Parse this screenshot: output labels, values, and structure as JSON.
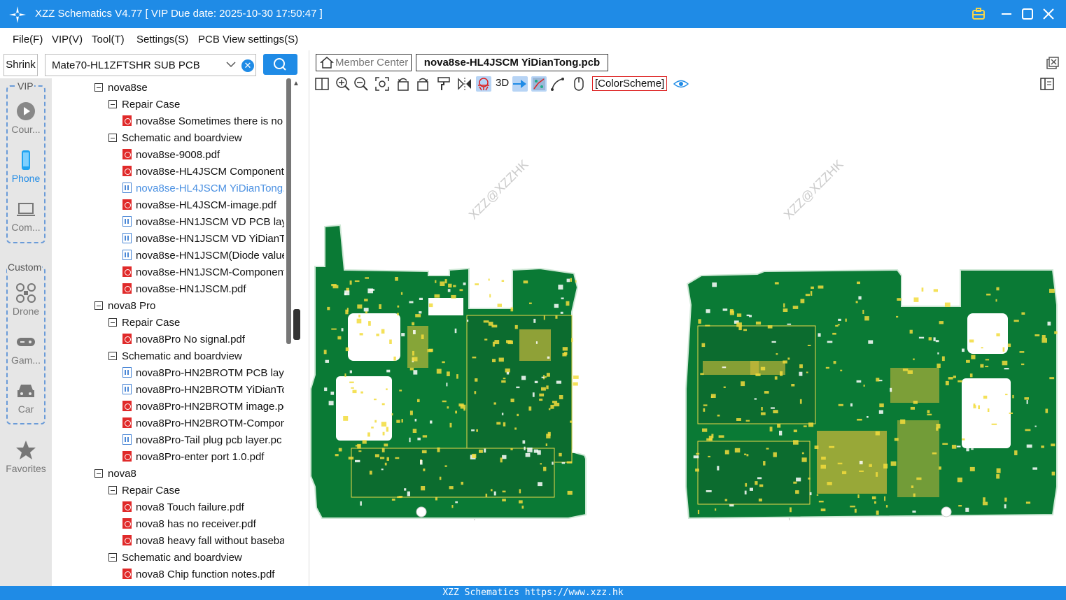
{
  "app": {
    "title": "XZZ Schematics V4.77 [ VIP Due date: 2025-10-30 17:50:47 ]"
  },
  "menu": [
    "File(F)",
    "VIP(V)",
    "Tool(T)",
    "Settings(S)",
    "PCB View settings(S)"
  ],
  "search": {
    "shrink_label": "Shrink",
    "value": "Mate70-HL1ZFTSHR SUB PCB"
  },
  "sidebar": {
    "vip_label": "VIP",
    "custom_label": "Custom",
    "vip_items": [
      "Cour...",
      "Phone",
      "Com..."
    ],
    "custom_items": [
      "Drone",
      "Gam...",
      "Car"
    ],
    "favorites": "Favorites"
  },
  "tree": [
    {
      "level": 0,
      "type": "folder",
      "label": "nova8se"
    },
    {
      "level": 1,
      "type": "folder",
      "label": "Repair Case"
    },
    {
      "level": 2,
      "type": "pdf",
      "label": "nova8se Sometimes there is no"
    },
    {
      "level": 1,
      "type": "folder",
      "label": "Schematic and boardview"
    },
    {
      "level": 2,
      "type": "pdf",
      "label": "nova8se-9008.pdf"
    },
    {
      "level": 2,
      "type": "pdf",
      "label": "nova8se-HL4JSCM Component"
    },
    {
      "level": 2,
      "type": "pcb",
      "label": "nova8se-HL4JSCM YiDianTong.",
      "selected": true
    },
    {
      "level": 2,
      "type": "pdf",
      "label": "nova8se-HL4JSCM-image.pdf"
    },
    {
      "level": 2,
      "type": "pcb",
      "label": "nova8se-HN1JSCM VD PCB laye"
    },
    {
      "level": 2,
      "type": "pcb",
      "label": "nova8se-HN1JSCM VD YiDianTo"
    },
    {
      "level": 2,
      "type": "pcb",
      "label": "nova8se-HN1JSCM(Diode value"
    },
    {
      "level": 2,
      "type": "pdf",
      "label": "nova8se-HN1JSCM-Component"
    },
    {
      "level": 2,
      "type": "pdf",
      "label": "nova8se-HN1JSCM.pdf"
    },
    {
      "level": 0,
      "type": "folder",
      "label": "nova8 Pro"
    },
    {
      "level": 1,
      "type": "folder",
      "label": "Repair Case"
    },
    {
      "level": 2,
      "type": "pdf",
      "label": "nova8Pro No signal.pdf"
    },
    {
      "level": 1,
      "type": "folder",
      "label": "Schematic and boardview"
    },
    {
      "level": 2,
      "type": "pcb",
      "label": "nova8Pro-HN2BROTM PCB laye"
    },
    {
      "level": 2,
      "type": "pcb",
      "label": "nova8Pro-HN2BROTM YiDianTo"
    },
    {
      "level": 2,
      "type": "pdf",
      "label": "nova8Pro-HN2BROTM image.pd"
    },
    {
      "level": 2,
      "type": "pdf",
      "label": "nova8Pro-HN2BROTM-Compon"
    },
    {
      "level": 2,
      "type": "pcb",
      "label": "nova8Pro-Tail plug pcb layer.pc"
    },
    {
      "level": 2,
      "type": "pdf",
      "label": "nova8Pro-enter port 1.0.pdf"
    },
    {
      "level": 0,
      "type": "folder",
      "label": "nova8"
    },
    {
      "level": 1,
      "type": "folder",
      "label": "Repair Case"
    },
    {
      "level": 2,
      "type": "pdf",
      "label": "nova8 Touch failure.pdf"
    },
    {
      "level": 2,
      "type": "pdf",
      "label": "nova8 has no receiver.pdf"
    },
    {
      "level": 2,
      "type": "pdf",
      "label": "nova8 heavy fall without baseba"
    },
    {
      "level": 1,
      "type": "folder",
      "label": "Schematic and boardview"
    },
    {
      "level": 2,
      "type": "pdf",
      "label": "nova8 Chip function notes.pdf"
    }
  ],
  "tabs": {
    "member": "Member Center",
    "file": "nova8se-HL4JSCM YiDianTong.pcb"
  },
  "toolbar": {
    "three_d": "3D",
    "color_scheme": "[ColorScheme]"
  },
  "watermark": "XZZ@XZZHK",
  "status": "XZZ Schematics https://www.xzz.hk",
  "colors": {
    "accent": "#1f8be6",
    "board": "#0a7a35",
    "pad": "#f2dc3c"
  }
}
